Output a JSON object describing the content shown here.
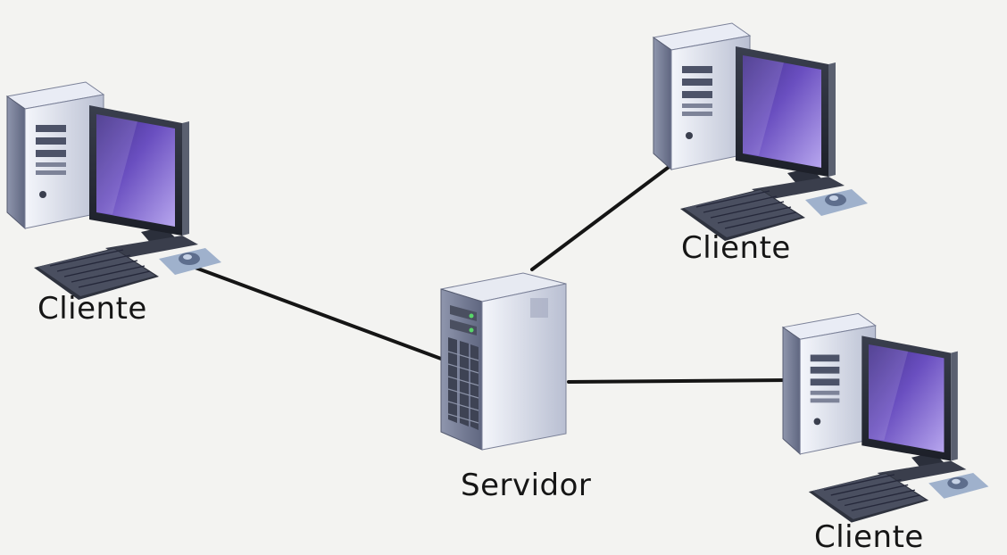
{
  "nodes": {
    "client_left": {
      "label": "Cliente"
    },
    "client_top_right": {
      "label": "Cliente"
    },
    "client_bottom_right": {
      "label": "Cliente"
    },
    "server": {
      "label": "Servidor"
    }
  },
  "colors": {
    "background": "#f3f3f1",
    "connection": "#151515",
    "screen": "#6b4fb3",
    "case": "#d8dce8"
  },
  "icons": [
    "client-computer-icon",
    "server-tower-icon"
  ]
}
